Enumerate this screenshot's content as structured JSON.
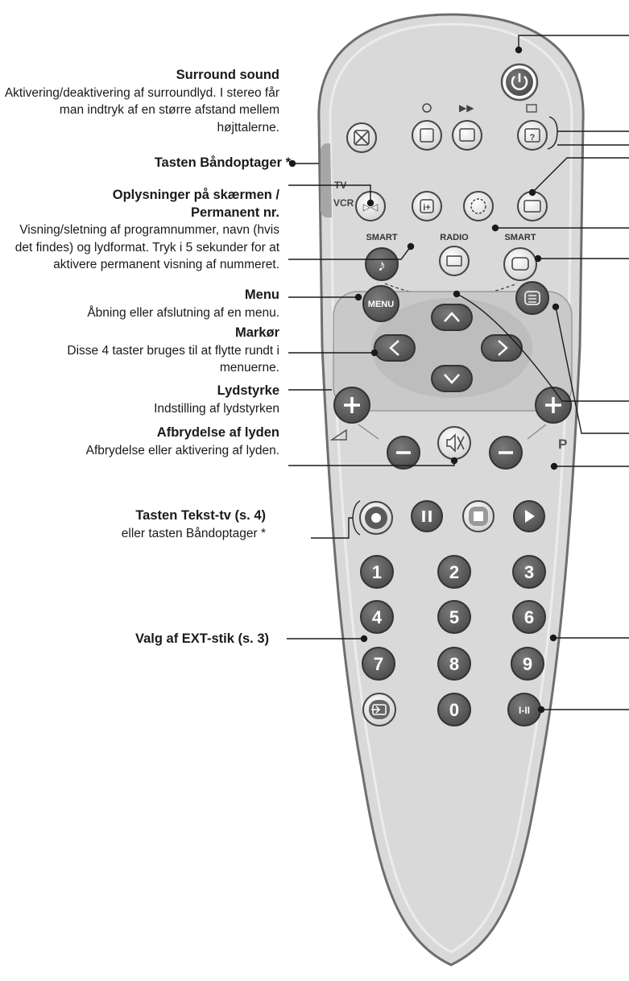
{
  "annotations": {
    "surround": {
      "title": "Surround sound",
      "desc": "Aktivering/deaktivering af surroundlyd. I stereo får man indtryk af en større afstand mellem højttalerne."
    },
    "vcr_key": {
      "title": "Tasten Båndoptager *"
    },
    "osd": {
      "title": "Oplysninger på skærmen / Permanent nr.",
      "desc": "Visning/sletning af programnummer, navn (hvis det findes) og lydformat. Tryk i 5 sekunder for at aktivere permanent visning af nummeret."
    },
    "menu": {
      "title": "Menu",
      "desc": "Åbning eller afslutning af en menu."
    },
    "cursor": {
      "title": "Markør",
      "desc": "Disse 4 taster bruges til at flytte rundt i menuerne."
    },
    "volume": {
      "title": "Lydstyrke",
      "desc": "Indstilling af lydstyrken"
    },
    "mute": {
      "title": "Afbrydelse af lyden",
      "desc": "Afbrydelse eller aktivering af lyden."
    },
    "teletext": {
      "title": "Tasten Tekst-tv (s. 4)",
      "desc": "eller tasten Båndoptager *"
    },
    "ext": {
      "title": "Valg af EXT-stik (s. 3)"
    }
  },
  "remote": {
    "switch_tv": "TV",
    "switch_vcr": "VCR",
    "smart_left": "SMART",
    "radio": "RADIO",
    "smart_right": "SMART",
    "menu_button": "MENU",
    "program_label": "P",
    "sound_mode": "I-II",
    "digits": [
      "1",
      "2",
      "3",
      "4",
      "5",
      "6",
      "7",
      "8",
      "9",
      "0"
    ]
  },
  "colors": {
    "body": "#d9d9d9",
    "body_edge": "#6e6e6e",
    "button_dark": "#5a5a5a",
    "button_light": "#f2f2f2",
    "line": "#1a1a1a"
  }
}
